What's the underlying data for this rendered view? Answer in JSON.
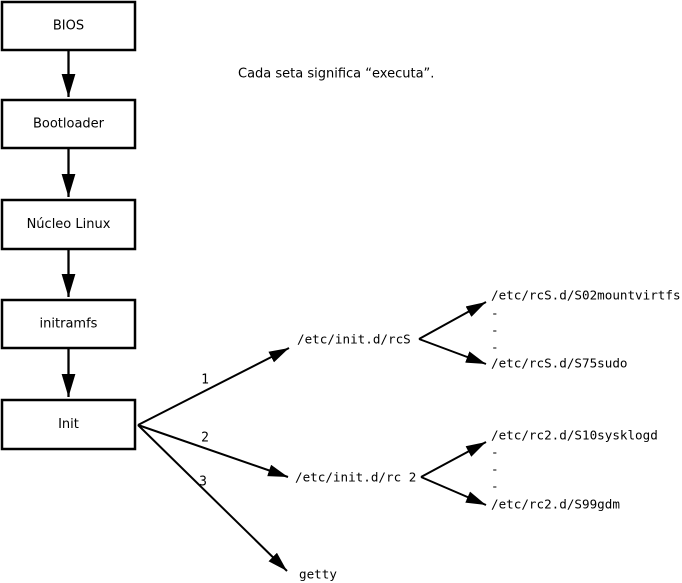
{
  "colors": {
    "ink": "#000000",
    "background": "#ffffff"
  },
  "note": "Cada seta significa “executa”.",
  "flow_boxes": [
    {
      "label": "BIOS"
    },
    {
      "label": "Bootloader"
    },
    {
      "label": "Núcleo Linux"
    },
    {
      "label": "initramfs"
    },
    {
      "label": "Init"
    }
  ],
  "branches": [
    {
      "number": "1",
      "target": "/etc/init.d/rcS"
    },
    {
      "number": "2",
      "target": "/etc/init.d/rc 2"
    },
    {
      "number": "3",
      "target": "getty"
    }
  ],
  "script_groups": [
    {
      "first": "/etc/rcS.d/S02mountvirtfs",
      "dashes": [
        "-",
        "-",
        "-"
      ],
      "last": "/etc/rcS.d/S75sudo"
    },
    {
      "first": "/etc/rc2.d/S10sysklogd",
      "dashes": [
        "-",
        "-",
        "-"
      ],
      "last": "/etc/rc2.d/S99gdm"
    }
  ]
}
